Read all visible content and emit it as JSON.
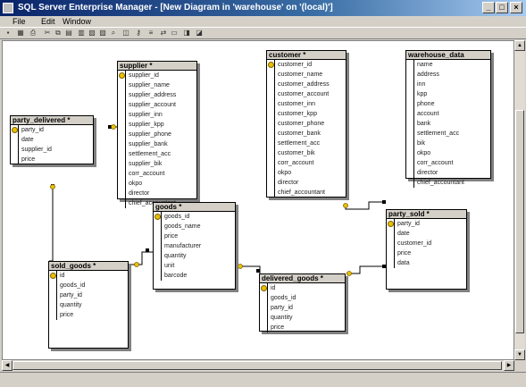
{
  "window": {
    "title": "SQL Server Enterprise Manager - [New Diagram in 'warehouse' on '(local)']",
    "buttons": {
      "minimize": "_",
      "maximize": "□",
      "close": "×"
    }
  },
  "menu": [
    "File",
    "Edit",
    "Window"
  ],
  "tables": {
    "party_delivered": {
      "name": "party_delivered *",
      "columns": [
        {
          "name": "party_id",
          "key": true
        },
        {
          "name": "date",
          "key": false
        },
        {
          "name": "supplier_id",
          "key": false
        },
        {
          "name": "price",
          "key": false
        }
      ]
    },
    "supplier": {
      "name": "supplier *",
      "columns": [
        {
          "name": "supplier_id",
          "key": true
        },
        {
          "name": "supplier_name",
          "key": false
        },
        {
          "name": "supplier_address",
          "key": false
        },
        {
          "name": "supplier_account",
          "key": false
        },
        {
          "name": "supplier_inn",
          "key": false
        },
        {
          "name": "supplier_kpp",
          "key": false
        },
        {
          "name": "supplier_phone",
          "key": false
        },
        {
          "name": "supplier_bank",
          "key": false
        },
        {
          "name": "settlement_acc",
          "key": false
        },
        {
          "name": "supplier_bik",
          "key": false
        },
        {
          "name": "corr_account",
          "key": false
        },
        {
          "name": "okpo",
          "key": false
        },
        {
          "name": "director",
          "key": false
        },
        {
          "name": "chief_accountant",
          "key": false
        }
      ]
    },
    "customer": {
      "name": "customer *",
      "columns": [
        {
          "name": "customer_id",
          "key": true
        },
        {
          "name": "customer_name",
          "key": false
        },
        {
          "name": "customer_address",
          "key": false
        },
        {
          "name": "customer_account",
          "key": false
        },
        {
          "name": "customer_inn",
          "key": false
        },
        {
          "name": "customer_kpp",
          "key": false
        },
        {
          "name": "customer_phone",
          "key": false
        },
        {
          "name": "customer_bank",
          "key": false
        },
        {
          "name": "settlement_acc",
          "key": false
        },
        {
          "name": "customer_bik",
          "key": false
        },
        {
          "name": "corr_account",
          "key": false
        },
        {
          "name": "okpo",
          "key": false
        },
        {
          "name": "director",
          "key": false
        },
        {
          "name": "chief_accountant",
          "key": false
        }
      ]
    },
    "warehouse_data": {
      "name": "warehouse_data",
      "columns": [
        {
          "name": "name",
          "key": false
        },
        {
          "name": "address",
          "key": false
        },
        {
          "name": "inn",
          "key": false
        },
        {
          "name": "kpp",
          "key": false
        },
        {
          "name": "phone",
          "key": false
        },
        {
          "name": "account",
          "key": false
        },
        {
          "name": "bank",
          "key": false
        },
        {
          "name": "settlement_acc",
          "key": false
        },
        {
          "name": "bik",
          "key": false
        },
        {
          "name": "okpo",
          "key": false
        },
        {
          "name": "corr_account",
          "key": false
        },
        {
          "name": "director",
          "key": false
        },
        {
          "name": "chief_accountant",
          "key": false
        }
      ]
    },
    "goods": {
      "name": "goods *",
      "columns": [
        {
          "name": "goods_id",
          "key": true
        },
        {
          "name": "goods_name",
          "key": false
        },
        {
          "name": "price",
          "key": false
        },
        {
          "name": "manufacturer",
          "key": false
        },
        {
          "name": "quantity",
          "key": false
        },
        {
          "name": "unit",
          "key": false
        },
        {
          "name": "barcode",
          "key": false
        }
      ]
    },
    "party_sold": {
      "name": "party_sold *",
      "columns": [
        {
          "name": "party_id",
          "key": true
        },
        {
          "name": "date",
          "key": false
        },
        {
          "name": "customer_id",
          "key": false
        },
        {
          "name": "price",
          "key": false
        },
        {
          "name": "data",
          "key": false
        }
      ]
    },
    "sold_goods": {
      "name": "sold_goods *",
      "columns": [
        {
          "name": "id",
          "key": true
        },
        {
          "name": "goods_id",
          "key": false
        },
        {
          "name": "party_id",
          "key": false
        },
        {
          "name": "quantity",
          "key": false
        },
        {
          "name": "price",
          "key": false
        }
      ]
    },
    "delivered_goods": {
      "name": "delivered_goods *",
      "columns": [
        {
          "name": "id",
          "key": true
        },
        {
          "name": "goods_id",
          "key": false
        },
        {
          "name": "party_id",
          "key": false
        },
        {
          "name": "quantity",
          "key": false
        },
        {
          "name": "price",
          "key": false
        }
      ]
    }
  }
}
